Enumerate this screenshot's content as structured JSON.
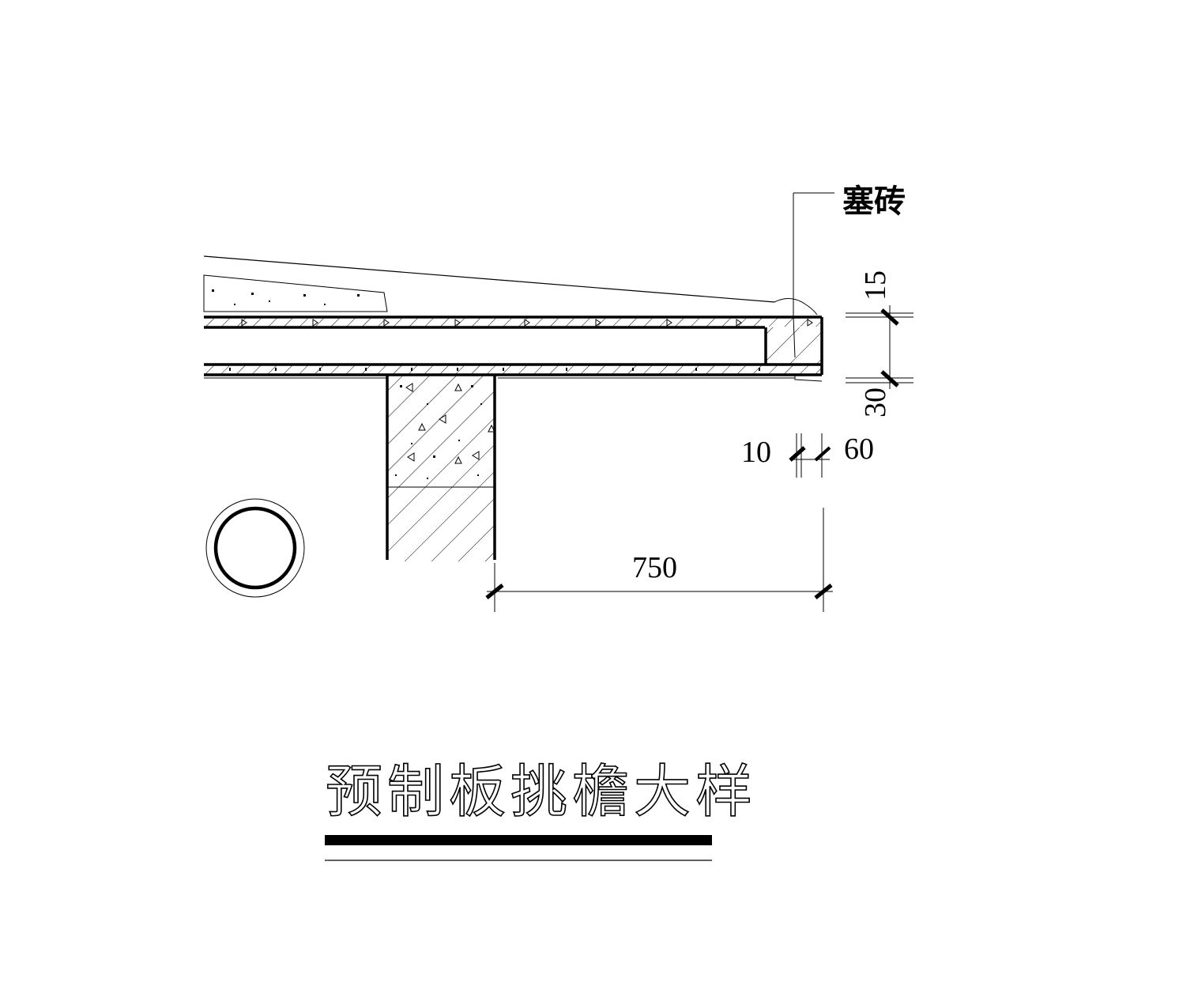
{
  "drawing": {
    "title": "预制板挑檐大样",
    "label_brick": "塞砖",
    "dims": {
      "top": "15",
      "bottom": "30",
      "left_small": "10",
      "right_small": "60",
      "overhang": "750"
    }
  },
  "colors": {
    "line": "#000000",
    "background": "#ffffff"
  }
}
